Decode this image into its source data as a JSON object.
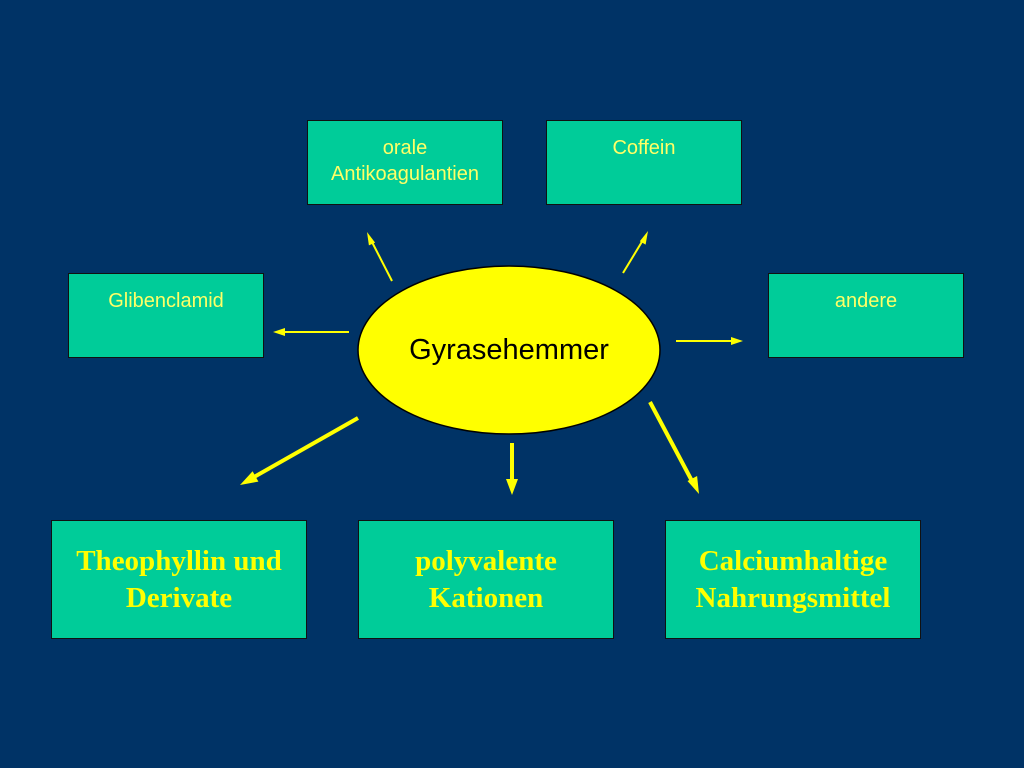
{
  "center": {
    "label": "Gyrasehemmer",
    "fill": "#FFFF00"
  },
  "colors": {
    "background": "#003366",
    "box_fill": "#00CC99",
    "arrow": "#FFFF00",
    "small_text": "#FFFF66",
    "big_text": "#FFFF00"
  },
  "top_boxes": {
    "antikoagulantien": [
      "orale",
      "Antikoagulantien"
    ],
    "coffein": "Coffein"
  },
  "side_boxes": {
    "glibenclamid": "Glibenclamid",
    "andere": "andere"
  },
  "bottom_boxes": {
    "theophyllin": [
      "Theophyllin und",
      "Derivate"
    ],
    "kationen": [
      "polyvalente",
      "Kationen"
    ],
    "calcium": [
      "Calciumhaltige",
      "Nahrungsmittel"
    ]
  }
}
